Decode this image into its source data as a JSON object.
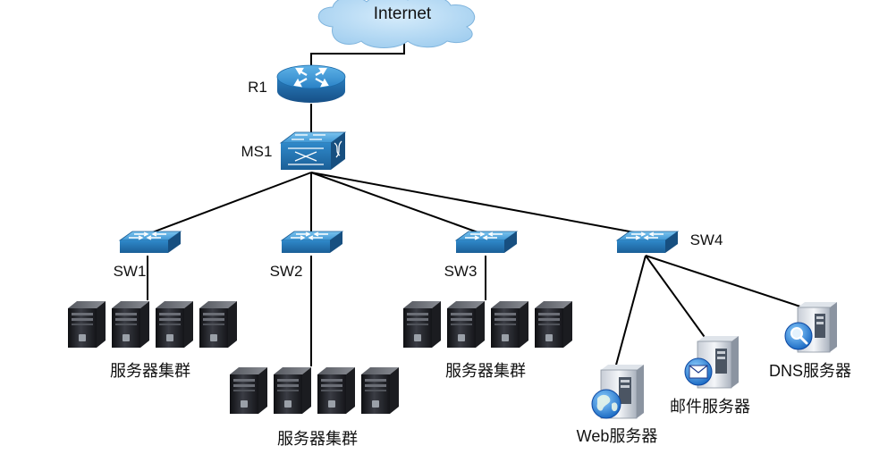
{
  "cloud": {
    "label": "Internet"
  },
  "router": {
    "label": "R1"
  },
  "core_switch": {
    "label": "MS1"
  },
  "access_switches": [
    {
      "label": "SW1"
    },
    {
      "label": "SW2"
    },
    {
      "label": "SW3"
    },
    {
      "label": "SW4"
    }
  ],
  "server_clusters": [
    {
      "label": "服务器集群"
    },
    {
      "label": "服务器集群"
    },
    {
      "label": "服务器集群"
    }
  ],
  "servers": [
    {
      "label": "Web服务器",
      "icon": "globe-icon"
    },
    {
      "label": "邮件服务器",
      "icon": "envelope-icon"
    },
    {
      "label": "DNS服务器",
      "icon": "magnifier-icon"
    }
  ],
  "colors": {
    "cloud_fill": "#b9dbf3",
    "device_blue": "#2c86c8",
    "device_dark": "#1a5d94",
    "server_body": "#1e1f24",
    "link": "#000000"
  }
}
